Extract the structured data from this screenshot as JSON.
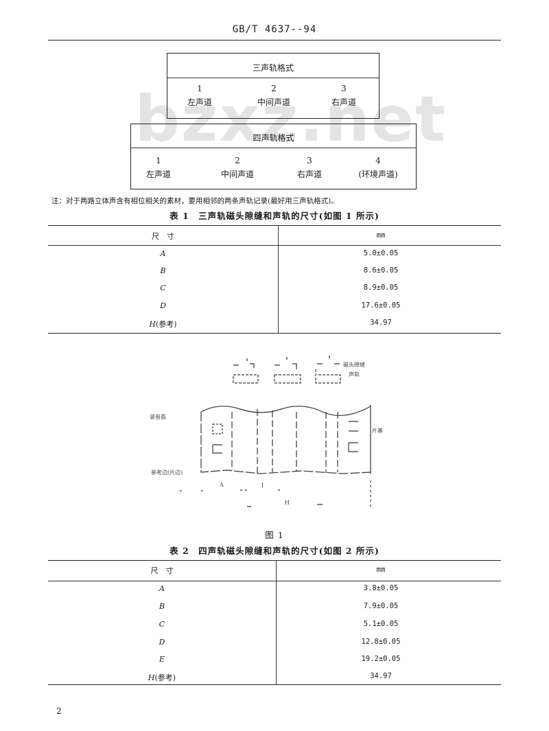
{
  "header": {
    "standard_code": "GB/T 4637--94"
  },
  "watermark": "bzxz.net",
  "three_track_box": {
    "title": "三声轨格式",
    "channels": [
      {
        "num": "1",
        "label": "左声道"
      },
      {
        "num": "2",
        "label": "中间声道"
      },
      {
        "num": "3",
        "label": "右声道"
      }
    ]
  },
  "four_track_box": {
    "title": "四声轨格式",
    "channels": [
      {
        "num": "1",
        "label": "左声道"
      },
      {
        "num": "2",
        "label": "中间声道"
      },
      {
        "num": "3",
        "label": "右声道"
      },
      {
        "num": "4",
        "label": "(环境声道)"
      }
    ]
  },
  "note": "注：对于两路立体声含有相位相关的素材，要用相邻的两条声轨记录(最好用三声轨格式)。",
  "table1": {
    "caption": "表 1　三声轨磁头隙缝和声轨的尺寸(如图 1 所示)",
    "headers": [
      "尺　寸",
      "mm"
    ],
    "rows": [
      {
        "dim": "A",
        "suffix": "",
        "value": "5.0±0.05"
      },
      {
        "dim": "B",
        "suffix": "",
        "value": "8.6±0.05"
      },
      {
        "dim": "C",
        "suffix": "",
        "value": "8.9±0.05"
      },
      {
        "dim": "D",
        "suffix": "",
        "value": "17.6±0.05"
      },
      {
        "dim": "H",
        "suffix": "(参考)",
        "value": "34.97"
      }
    ]
  },
  "figure1": {
    "caption": "图 1",
    "labels": {
      "top_left": "录音面",
      "bottom_left": "参考边(片边)",
      "head_note_1": "磁头隙缝",
      "head_note_2": "声轨",
      "right": "片基",
      "dim_a": "A",
      "dim_h": "H",
      "track_1": "1"
    }
  },
  "table2": {
    "caption": "表 2　四声轨磁头隙缝和声轨的尺寸(如图 2 所示)",
    "headers": [
      "尺　寸",
      "mm"
    ],
    "rows": [
      {
        "dim": "A",
        "suffix": "",
        "value": "3.8±0.05"
      },
      {
        "dim": "B",
        "suffix": "",
        "value": "7.9±0.05"
      },
      {
        "dim": "C",
        "suffix": "",
        "value": "5.1±0.05"
      },
      {
        "dim": "D",
        "suffix": "",
        "value": "12.8±0.05"
      },
      {
        "dim": "E",
        "suffix": "",
        "value": "19.2±0.05"
      },
      {
        "dim": "H",
        "suffix": "(参考)",
        "value": "34.97"
      }
    ]
  },
  "page_number": "2"
}
